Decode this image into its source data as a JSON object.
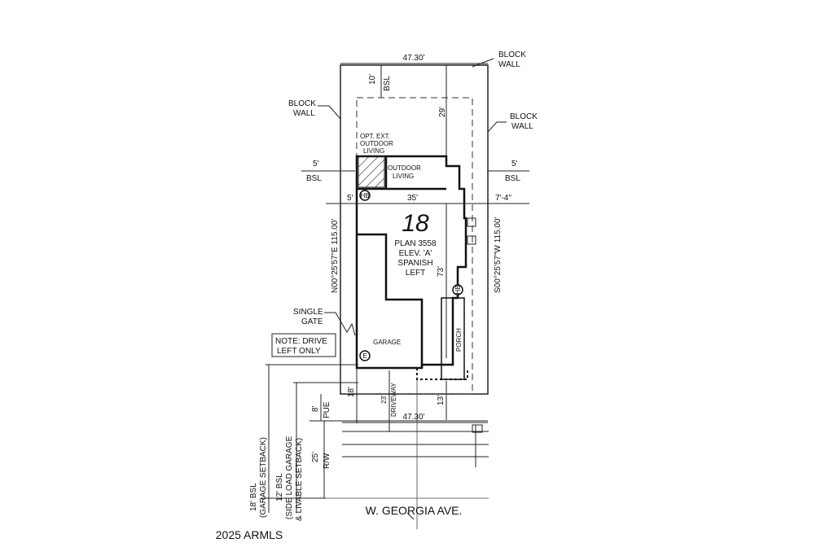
{
  "lot": {
    "number": "18",
    "plan": "PLAN 3558",
    "elevation": "ELEV. 'A'",
    "style": "SPANISH",
    "hand": "LEFT"
  },
  "walls": {
    "top_right": [
      "BLOCK",
      "WALL"
    ],
    "left": [
      "BLOCK",
      "WALL"
    ],
    "right": [
      "BLOCK",
      "WALL"
    ]
  },
  "dimensions": {
    "top_width": "47.30'",
    "bottom_width": "47.30'",
    "rear_setback": "10'",
    "rear_setback_label": "BSL",
    "rear_depth": "29'",
    "side_left": "5'",
    "side_left_label": "BSL",
    "side_right": "5'",
    "side_right_label": "BSL",
    "house_offset_left": "5'",
    "house_width": "35'",
    "house_offset_right": "7'-4\"",
    "house_depth": "73'",
    "left_bearing": "N00°25'57\"E 115.00'",
    "right_bearing": "S00°25'57\"W 115.00'",
    "garage_front": "18'",
    "driveway_len": "23'",
    "porch_front": "13'",
    "pue": "8'",
    "pue_label": "PUE",
    "rw": "25'",
    "rw_label": "R/W"
  },
  "rooms": {
    "opt_outdoor": [
      "OPT. EXT.",
      "OUTDOOR",
      "LIVING"
    ],
    "outdoor": [
      "OUTDOOR",
      "LIVING"
    ],
    "garage": "GARAGE",
    "porch": "PORCH",
    "driveway": "DRIVEWAY"
  },
  "symbols": {
    "hb1": "HB",
    "hb2": "HB",
    "e": "E"
  },
  "notes": {
    "gate": [
      "SINGLE",
      "GATE"
    ],
    "drive": [
      "NOTE: DRIVE",
      "LEFT ONLY"
    ]
  },
  "setbacks": {
    "garage": [
      "18' BSL",
      "(GARAGE SETBACK)"
    ],
    "side_load": [
      "12' BSL",
      "(SIDE LOAD GARAGE",
      "& LIVABLE SETBACK)"
    ]
  },
  "street": "W. GEORGIA AVE.",
  "copyright": "2025 ARMLS"
}
